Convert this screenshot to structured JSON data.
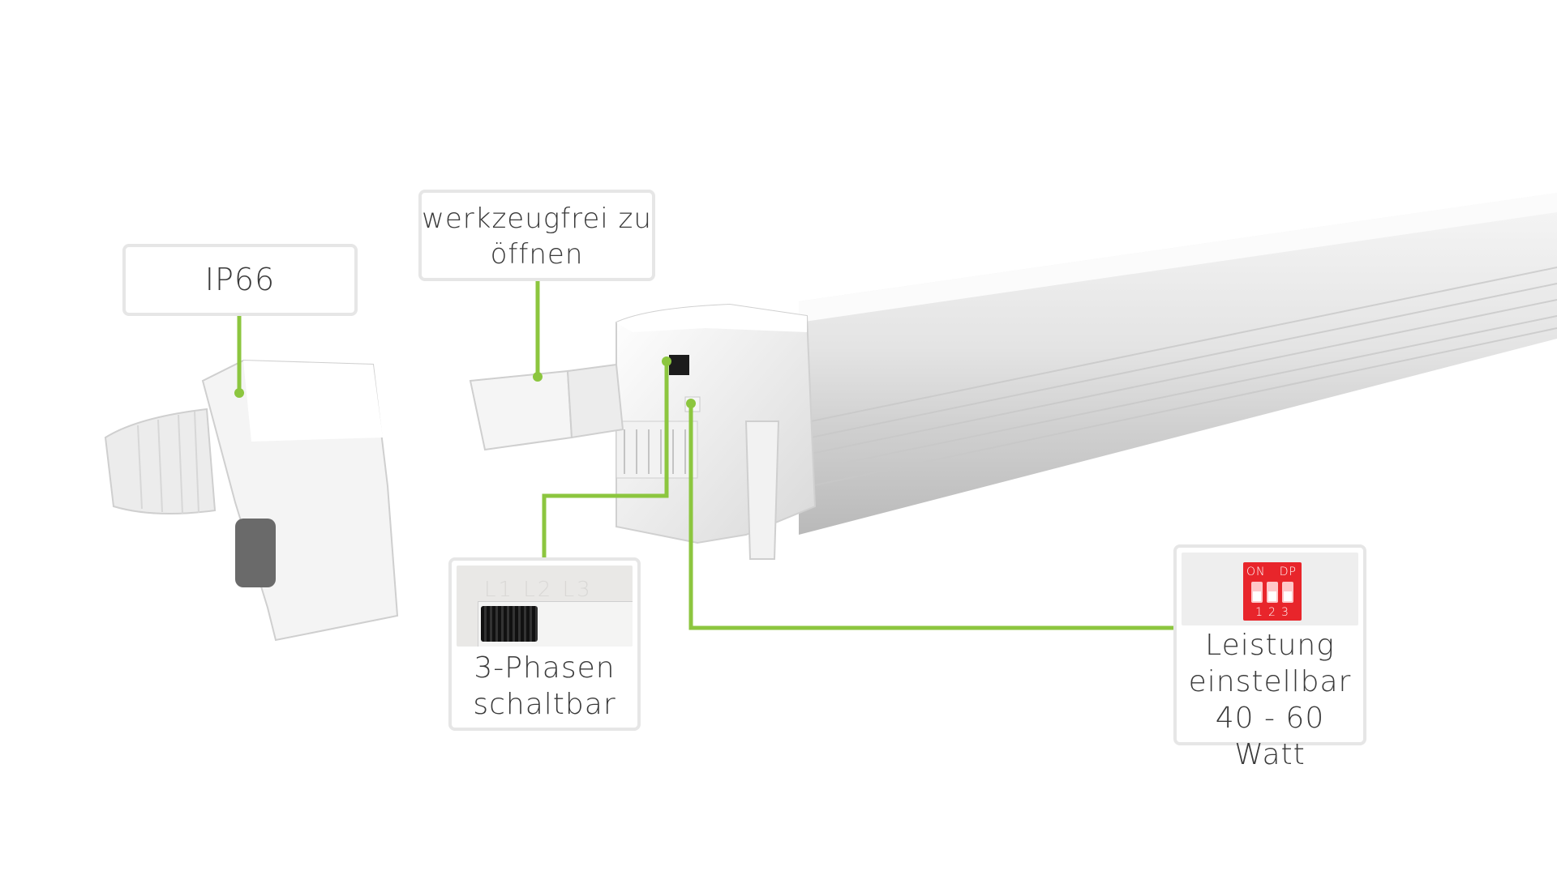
{
  "labels": {
    "ip66": "IP66",
    "tool_free_line1": "werkzeugfrei zu",
    "tool_free_line2": "öffnen",
    "phase_line1": "3-Phasen",
    "phase_line2": "schaltbar",
    "power_line1": "Leistung",
    "power_line2": "einstellbar",
    "power_line3": "40 - 60 Watt"
  },
  "thumb_phase": {
    "letters": "L1 L2 L3"
  },
  "thumb_dip": {
    "on": "ON",
    "dp": "DP",
    "numbers": "123"
  },
  "colors": {
    "accent_green": "#8cc63f",
    "callout_border": "#e6e6e6",
    "text": "#3a3a3a",
    "dip_red": "#e8252b"
  }
}
